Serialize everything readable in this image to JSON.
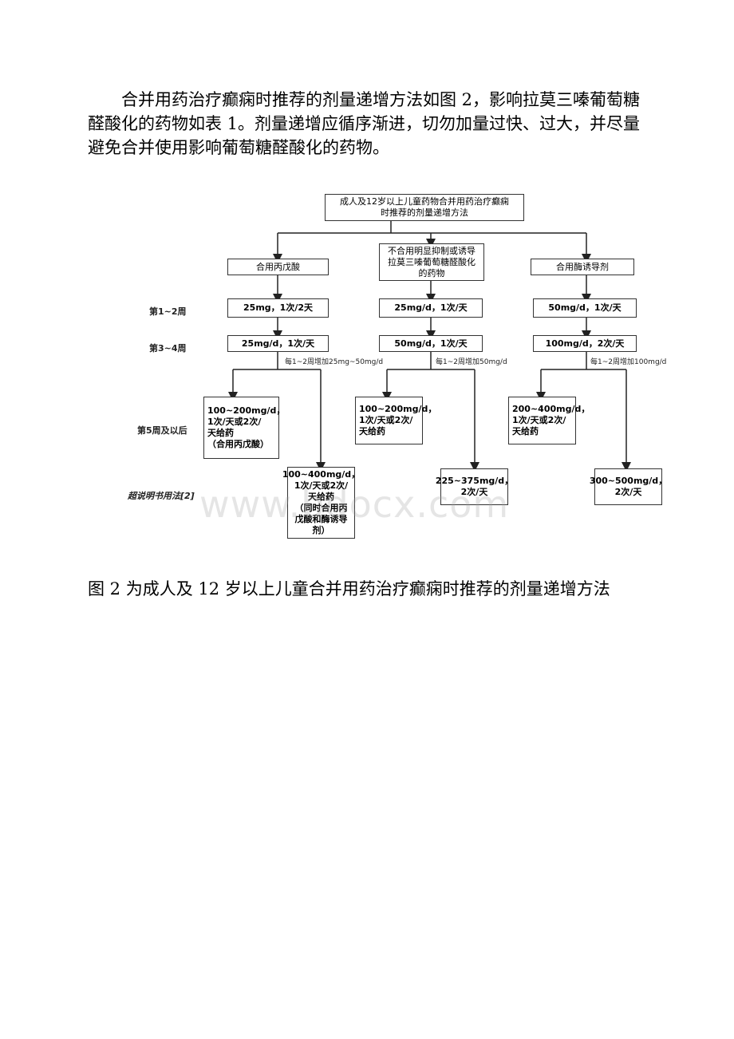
{
  "paragraph": {
    "text": "合并用药治疗癫痫时推荐的剂量递增方法如图 2，影响拉莫三嗪葡萄糖醛酸化的药物如表 1。剂量递增应循序渐进，切勿加量过快、过大，并尽量避免合并使用影响葡萄糖醛酸化的药物。"
  },
  "flowchart": {
    "title_lines": [
      "成人及12岁以上儿童药物合并用药治疗癫痫",
      "时推荐的剂量递增方法"
    ],
    "row_labels": {
      "week1_2": "第1~2周",
      "week3_4": "第3~4周",
      "week5": "第5周及以后",
      "off_label": "超说明书用法[2]"
    },
    "columns": [
      {
        "header_lines": [
          "合用丙戊酸"
        ],
        "week1_2": "25mg，1次/2天",
        "week3_4": "25mg/d，1次/天",
        "increment": "每1~2周增加25mg~50mg/d",
        "week5_lines": [
          "100~200mg/d，",
          "1次/天或2次/",
          "天给药",
          "（合用丙戊酸）"
        ],
        "off_label_lines": [
          "100~400mg/d，",
          "1次/天或2次/",
          "天给药",
          "（同时合用丙",
          "戊酸和酶诱导",
          "剂）"
        ]
      },
      {
        "header_lines": [
          "不合用明显抑制或诱导",
          "拉莫三嗪葡萄糖醛酸化",
          "的药物"
        ],
        "week1_2": "25mg/d，1次/天",
        "week3_4": "50mg/d，1次/天",
        "increment": "每1~2周增加50mg/d",
        "week5_lines": [
          "100~200mg/d，",
          "1次/天或2次/",
          "天给药"
        ],
        "off_label_lines": [
          "225~375mg/d，",
          "2次/天"
        ]
      },
      {
        "header_lines": [
          "合用酶诱导剂"
        ],
        "week1_2": "50mg/d，1次/天",
        "week3_4": "100mg/d，2次/天",
        "increment": "每1~2周增加100mg/d",
        "week5_lines": [
          "200~400mg/d，",
          "1次/天或2次/",
          "天给药"
        ],
        "off_label_lines": [
          "300~500mg/d，",
          "2次/天"
        ]
      }
    ]
  },
  "watermark": "www.bdocx.com",
  "caption": {
    "text": "图 2 为成人及 12 岁以上儿童合并用药治疗癫痫时推荐的剂量递增方法"
  }
}
